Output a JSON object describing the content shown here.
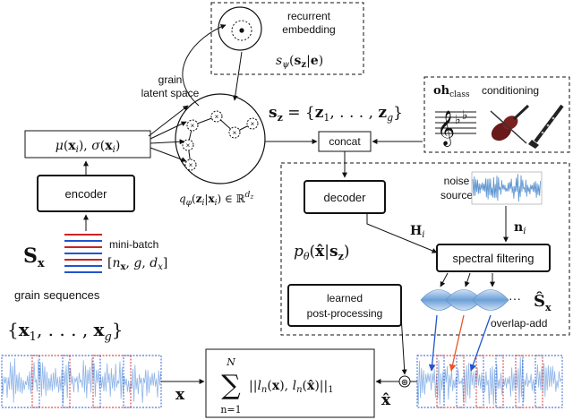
{
  "embedding": {
    "label_line1": "recurrent",
    "label_line2": "embedding",
    "formula": "sψ(sz|e)"
  },
  "latent": {
    "label_line1": "grain",
    "label_line2": "latent space",
    "distribution": "qφ(zi|xi) ∈ ℝ^dz"
  },
  "encoder": {
    "stats": "μ(xi), σ(xi)",
    "label": "encoder"
  },
  "input": {
    "symbol": "Sx",
    "minibatch_label": "mini-batch",
    "minibatch_dims": "[nx, g, dx]",
    "caption": "grain sequences",
    "set": "{x1, . . . , xg}"
  },
  "sequence": {
    "formula": "sz = {z1, . . . , zg}"
  },
  "concat": {
    "label": "concat"
  },
  "conditioning": {
    "oh_label": "oh",
    "oh_sub": "class",
    "label": "conditioning"
  },
  "decoder": {
    "label": "decoder",
    "filter_symbol": "Hi",
    "likelihood": "pθ(x̂|sz)"
  },
  "noise": {
    "label_line1": "noise",
    "label_line2": "source",
    "symbol": "ni"
  },
  "spectral": {
    "label": "spectral filtering"
  },
  "overlap": {
    "label": "overlap-add",
    "symbol": "Ŝx",
    "ellipsis": "···"
  },
  "post": {
    "label_line1": "learned",
    "label_line2": "post-processing"
  },
  "loss": {
    "sum_top": "N",
    "sum_bottom": "n=1",
    "body": "||ln(x), ln(x̂)||1",
    "x_label": "x",
    "xhat_label": "x̂",
    "conv": "⊛"
  },
  "colors": {
    "blue": "#2255cc",
    "red": "#cc2222",
    "orange": "#e8562a",
    "wave": "#8fb5e8",
    "noise": "#6fa3d8"
  }
}
